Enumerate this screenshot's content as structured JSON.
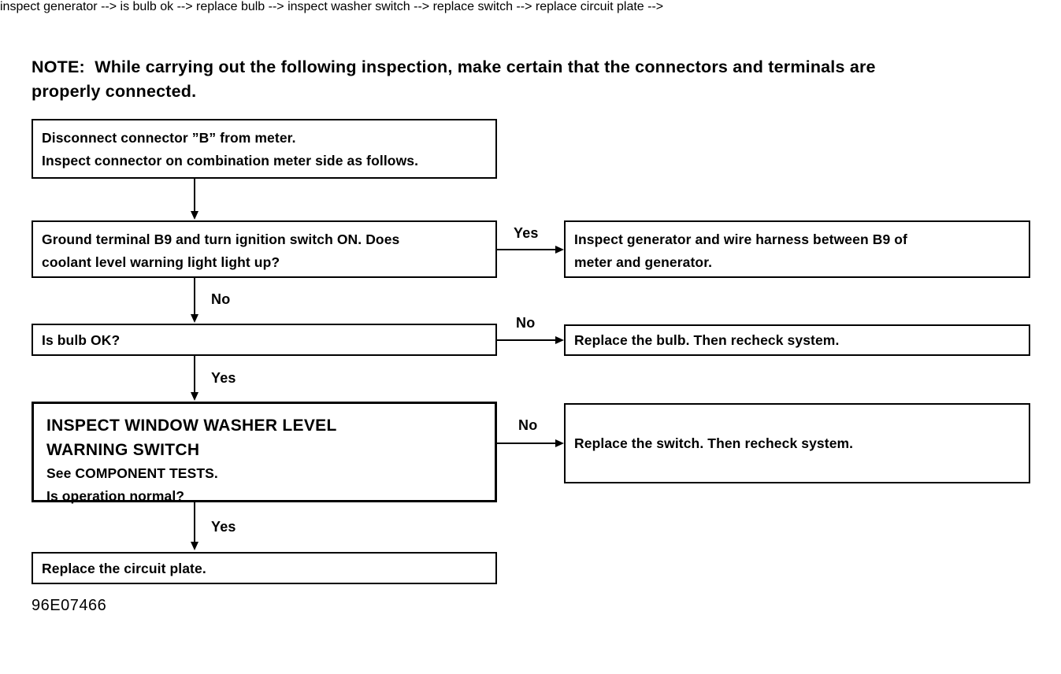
{
  "document": {
    "note_label": "NOTE:",
    "note_text": "NOTE:  While carrying out the following inspection, make certain that the connectors and terminals are\nproperly connected.",
    "figure_code": "96E07466",
    "ink_color": "#000000",
    "background_color": "#ffffff"
  },
  "flowchart": {
    "type": "decision-flowchart",
    "nodes": [
      {
        "id": "start",
        "lines": [
          "Disconnect connector ”B” from meter.",
          "Inspect connector on combination meter side as follows."
        ]
      },
      {
        "id": "ground-terminal",
        "lines": [
          "Ground terminal B9 and turn ignition switch ON. Does",
          "coolant level warning light light up?"
        ]
      },
      {
        "id": "inspect-generator",
        "lines": [
          "Inspect  generator  and wire harness between B9 of",
          "meter and   generator."
        ]
      },
      {
        "id": "bulb-ok",
        "lines": [
          "Is bulb OK?"
        ]
      },
      {
        "id": "replace-bulb",
        "lines": [
          "Replace the bulb. Then recheck system."
        ]
      },
      {
        "id": "inspect-washer-switch",
        "heading": [
          "INSPECT WINDOW WASHER LEVEL",
          "WARNING SWITCH"
        ],
        "lines": [
          "See COMPONENT TESTS.",
          "Is operation normal?"
        ]
      },
      {
        "id": "replace-switch",
        "lines": [
          "Replace the switch. Then recheck system."
        ]
      },
      {
        "id": "replace-circuit-plate",
        "lines": [
          "Replace the circuit plate."
        ]
      }
    ],
    "edges": [
      {
        "id": "e1",
        "from": "ground-terminal",
        "to": "inspect-generator",
        "label": "Yes",
        "direction": "right"
      },
      {
        "id": "e2",
        "from": "ground-terminal",
        "to": "bulb-ok",
        "label": "No",
        "direction": "down"
      },
      {
        "id": "e3",
        "from": "bulb-ok",
        "to": "replace-bulb",
        "label": "No",
        "direction": "right"
      },
      {
        "id": "e4",
        "from": "bulb-ok",
        "to": "inspect-washer-switch",
        "label": "Yes",
        "direction": "down"
      },
      {
        "id": "e5",
        "from": "inspect-washer-switch",
        "to": "replace-switch",
        "label": "No",
        "direction": "right"
      },
      {
        "id": "e6",
        "from": "inspect-washer-switch",
        "to": "replace-circuit-plate",
        "label": "Yes",
        "direction": "down"
      }
    ]
  }
}
